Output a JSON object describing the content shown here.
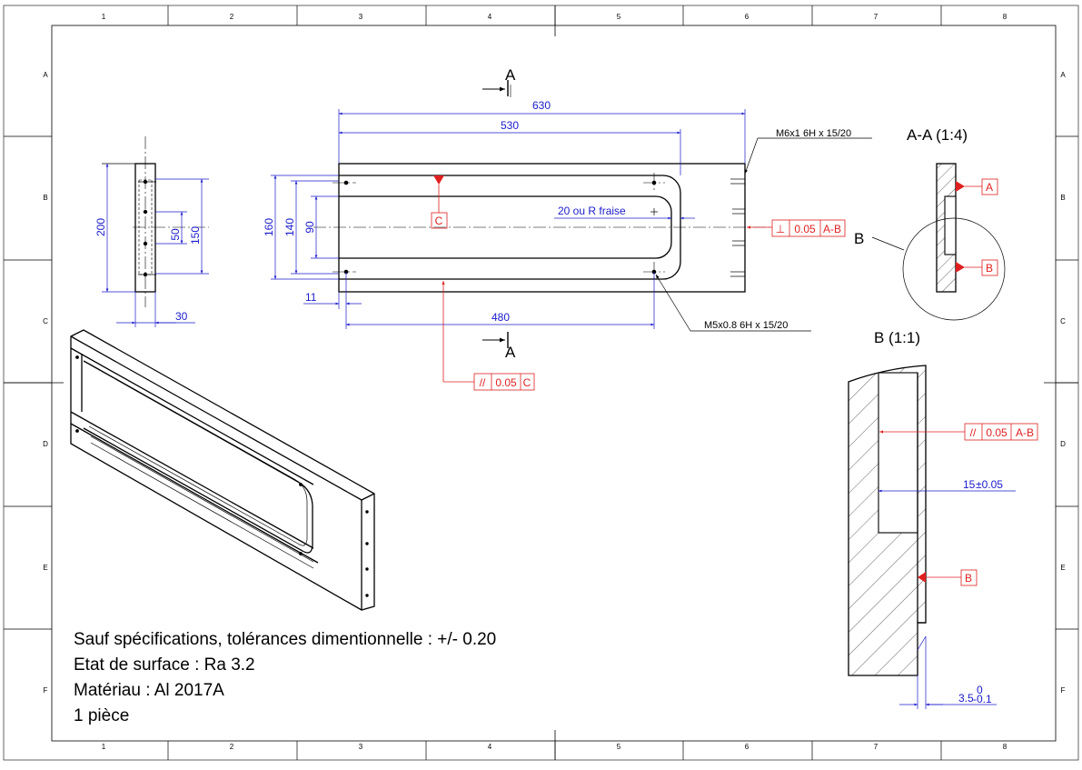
{
  "frame": {
    "columns": [
      "1",
      "2",
      "3",
      "4",
      "5",
      "6",
      "7",
      "8"
    ],
    "rows": [
      "A",
      "B",
      "C",
      "D",
      "E",
      "F"
    ]
  },
  "section_marks": {
    "top_letter": "A",
    "bottom_letter": "A"
  },
  "dimensions": {
    "front_overall_length": "630",
    "front_inner_length": "530",
    "front_hole_pitch": "480",
    "front_edge_offset": "11",
    "front_height_160": "160",
    "front_height_140": "140",
    "front_height_90": "90",
    "slot_radius_note": "20 ou R fraise",
    "side_height_200": "200",
    "side_height_150": "150",
    "side_height_50": "50",
    "side_width_30": "30",
    "detail_depth": "15",
    "detail_depth_tol": "±0.05",
    "detail_step": "3.5",
    "detail_step_tol_upper": "0",
    "detail_step_tol_lower": "-0.1"
  },
  "callouts": {
    "thread_top": "M6x1 6H x 15/20",
    "thread_bottom": "M5x0.8 6H x 15/20"
  },
  "datums": {
    "a": "A",
    "b": "B",
    "c": "C"
  },
  "tolerances": {
    "perp": {
      "symbol": "⊥",
      "value": "0.05",
      "ref": "A-B"
    },
    "par_c": {
      "symbol": "//",
      "value": "0.05",
      "ref": "C"
    },
    "par_ab": {
      "symbol": "//",
      "value": "0.05",
      "ref": "A-B"
    }
  },
  "views": {
    "section_title": "A-A (1:4)",
    "detail_title": "B (1:1)",
    "detail_letter": "B"
  },
  "notes": [
    "Sauf spécifications, tolérances dimentionnelle : +/- 0.20",
    "Etat de surface : Ra 3.2",
    "Matériau : Al 2017A",
    "1 pièce"
  ],
  "colors": {
    "geometry": "#000000",
    "dimensions": "#1a1acc",
    "tolerances": "#e02020"
  }
}
